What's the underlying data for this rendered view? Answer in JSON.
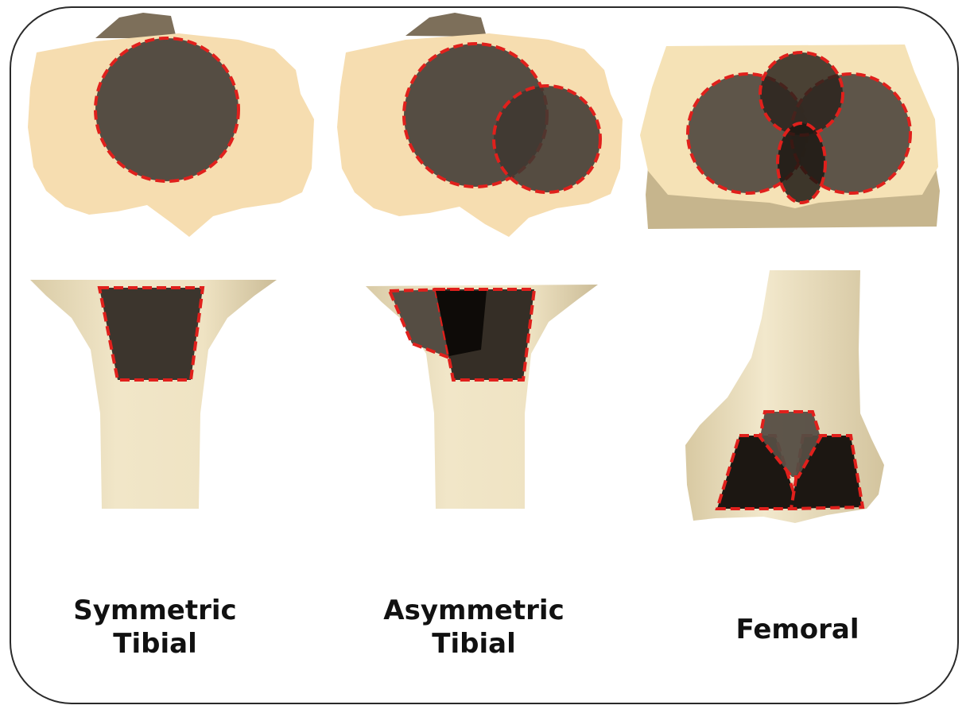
{
  "colors": {
    "bone": "#f6ddb0",
    "bone_shaft": "#ede2c1",
    "bone_shadow": "#b9a98a",
    "defect": "#554d43",
    "defect_dark": "#1c1712",
    "outline": "#e0201c"
  },
  "labels": {
    "symmetric_line1": "Symmetric",
    "symmetric_line2": "Tibial",
    "asymmetric_line1": "Asymmetric",
    "asymmetric_line2": "Tibial",
    "femoral": "Femoral"
  }
}
